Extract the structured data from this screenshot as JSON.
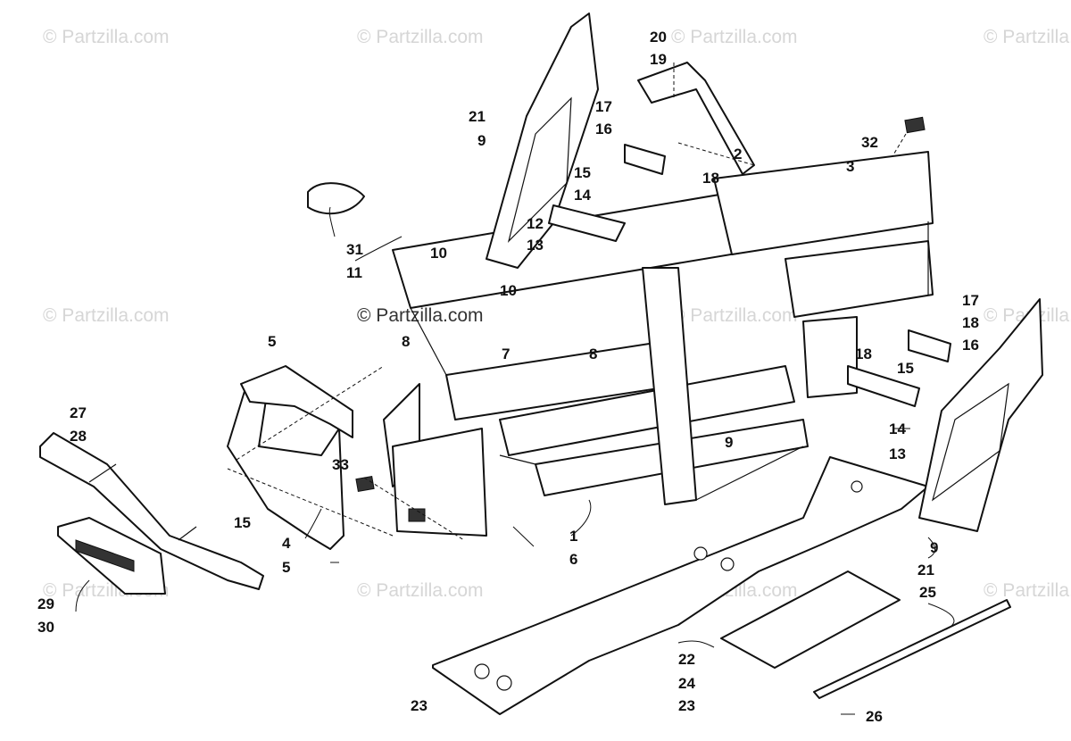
{
  "watermark": {
    "text": "© Partzilla.com",
    "dark_text": "© Partzilla.com"
  },
  "callouts": {
    "c1": "1",
    "c2": "2",
    "c3": "3",
    "c4": "4",
    "c5a": "5",
    "c5b": "5",
    "c6": "6",
    "c7": "7",
    "c8a": "8",
    "c8b": "8",
    "c9a": "9",
    "c9b": "9",
    "c9c": "9",
    "c10a": "10",
    "c10b": "10",
    "c11": "11",
    "c12": "12",
    "c13a": "13",
    "c13b": "13",
    "c14a": "14",
    "c14b": "14",
    "c15a": "15",
    "c15b": "15",
    "c15c": "15",
    "c16a": "16",
    "c16b": "16",
    "c17a": "17",
    "c17b": "17",
    "c18a": "18",
    "c18b": "18",
    "c18c": "18",
    "c19": "19",
    "c20": "20",
    "c21a": "21",
    "c21b": "21",
    "c22": "22",
    "c23a": "23",
    "c23b": "23",
    "c24": "24",
    "c25": "25",
    "c26": "26",
    "c27": "27",
    "c28": "28",
    "c29": "29",
    "c30": "30",
    "c31": "31",
    "c32": "32",
    "c33": "33"
  }
}
